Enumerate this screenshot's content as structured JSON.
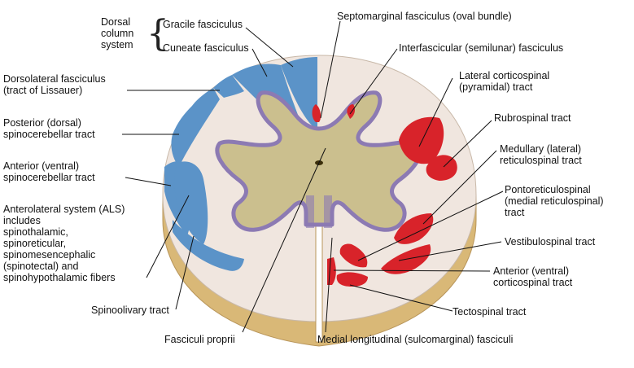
{
  "labels": {
    "dorsal_column_system": [
      "Dorsal",
      "column",
      "system"
    ],
    "gracile": "Gracile fasciculus",
    "cuneate": "Cuneate fasciculus",
    "septomarginal": "Septomarginal fasciculus (oval bundle)",
    "interfascicular": "Interfascicular (semilunar) fasciculus",
    "lateral_corticospinal": [
      "Lateral corticospinal",
      "(pyramidal) tract"
    ],
    "rubrospinal": "Rubrospinal tract",
    "medullary_reticulospinal": [
      "Medullary (lateral)",
      "reticulospinal tract"
    ],
    "pontoreticulospinal": [
      "Pontoreticulospinal",
      "(medial reticulospinal)",
      "tract"
    ],
    "vestibulospinal": "Vestibulospinal tract",
    "anterior_corticospinal": [
      "Anterior (ventral)",
      "corticospinal tract"
    ],
    "tectospinal": "Tectospinal tract",
    "medial_longitudinal": "Medial longitudinal (sulcomarginal) fasciculi",
    "fasciculi_proprii": "Fasciculi proprii",
    "spinoolivary": "Spinoolivary tract",
    "anterolateral": [
      "Anterolateral system (ALS)",
      "includes",
      "spinothalamic,",
      "spinoreticular,",
      "spinomesencephalic",
      "(spinotectal) and",
      "spinohypothalamic fibers"
    ],
    "anterior_spinocerebellar": [
      "Anterior (ventral)",
      "spinocerebellar tract"
    ],
    "posterior_spinocerebellar": [
      "Posterior (dorsal)",
      "spinocerebellar tract"
    ],
    "dorsolateral": [
      "Dorsolateral fasciculus",
      "(tract of Lissauer)"
    ]
  },
  "colors": {
    "ascending_tract": "#5b93c8",
    "descending_tract": "#d8232a",
    "white_matter": "#f0e6df",
    "gray_matter": "#cbbf8e",
    "gray_matter_border": "#8c7ab3",
    "cut_surface_side": "#d9b877"
  }
}
